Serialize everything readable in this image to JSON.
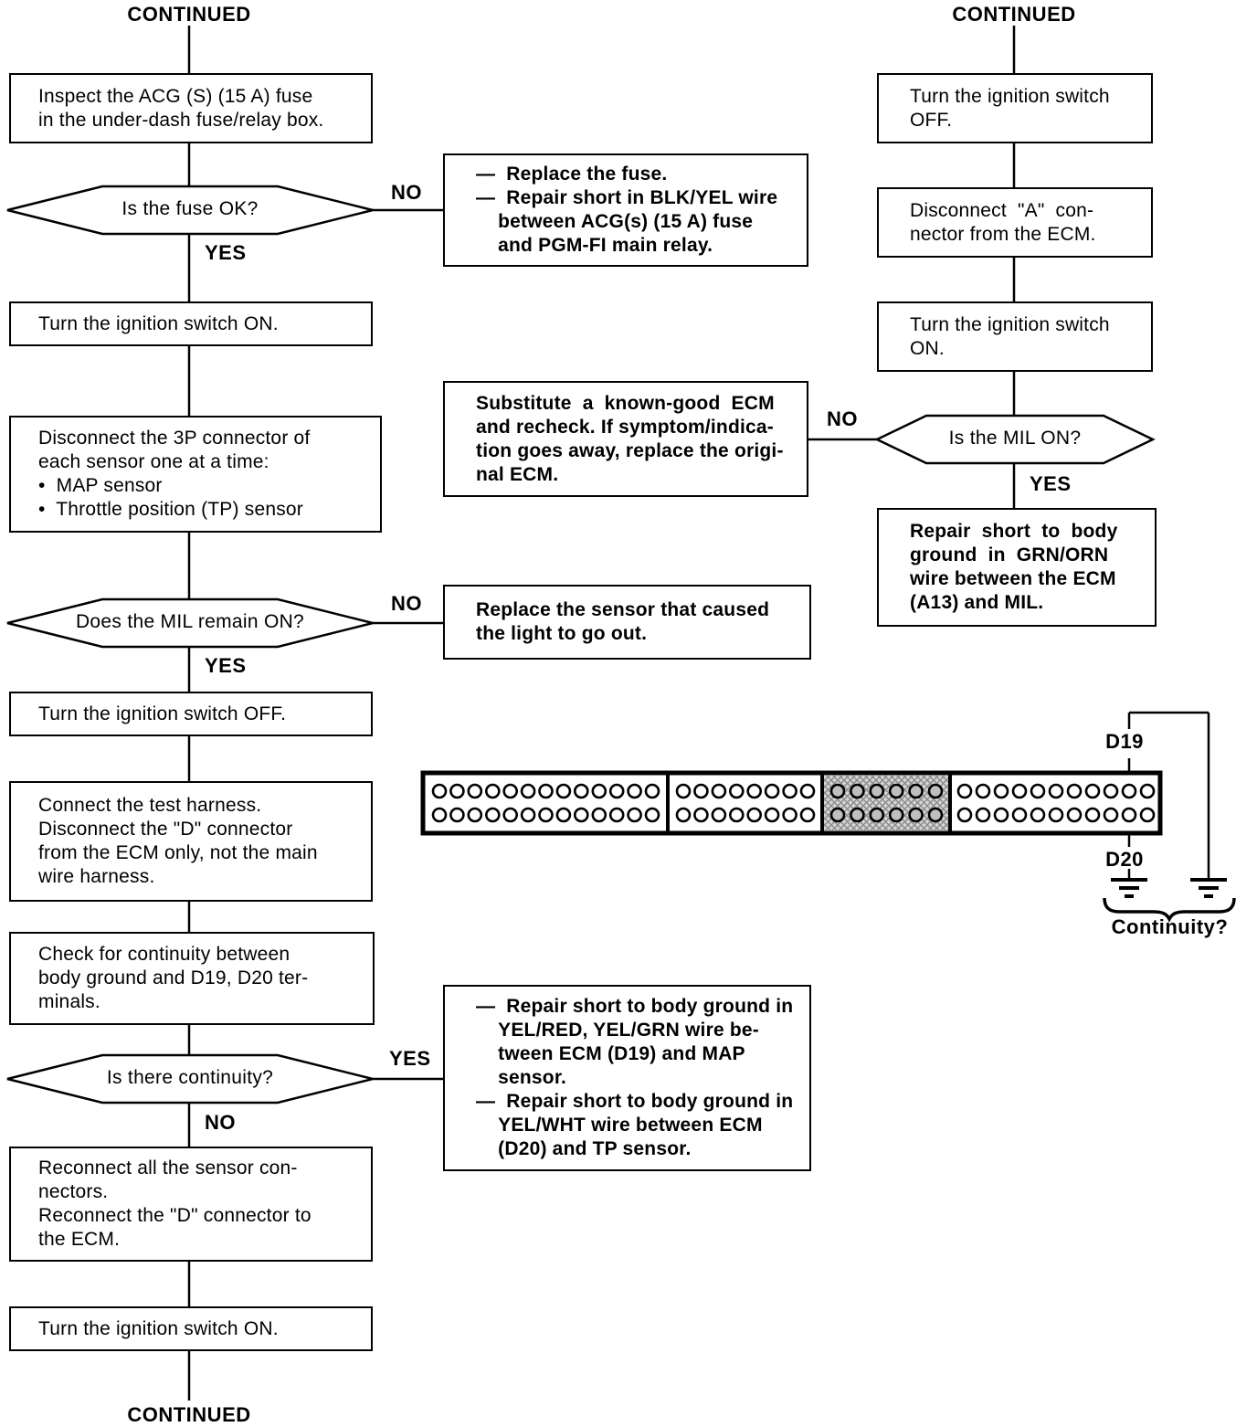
{
  "flowchart": {
    "labels": {
      "yes": "YES",
      "no": "NO"
    },
    "left": {
      "continued_top": "CONTINUED",
      "step_inspect_fuse": "Inspect the ACG (S) (15 A) fuse\nin the under-dash fuse/relay box.",
      "decision_fuse_ok": "Is the fuse OK?",
      "result_replace_fuse": "—  Replace the fuse.\n—  Repair short in BLK/YEL wire\n    between ACG(s) (15 A) fuse\n    and PGM-FI main relay.",
      "step_ignition_on_1": "Turn the ignition switch ON.",
      "step_disconnect_3p": "Disconnect the 3P connector of\neach sensor one at a time:\n•  MAP sensor\n•  Throttle position (TP) sensor",
      "decision_mil_remain": "Does the MIL remain ON?",
      "result_replace_sensor": "Replace the sensor that caused\nthe light to go out.",
      "step_ignition_off": "Turn the ignition switch OFF.",
      "step_connect_harness": "Connect the test harness.\nDisconnect the \"D\" connector\nfrom the ECM only, not the main\nwire harness.",
      "step_check_continuity": "Check for continuity between\nbody ground and D19, D20 ter-\nminals.",
      "decision_continuity": "Is there continuity?",
      "result_repair_short": "—  Repair short to body ground in\n    YEL/RED, YEL/GRN wire be-\n    tween ECM (D19) and MAP\n    sensor.\n—  Repair short to body ground in\n    YEL/WHT wire between ECM\n    (D20) and TP sensor.",
      "step_reconnect": "Reconnect all the sensor con-\nnectors.\nReconnect the \"D\" connector to\nthe ECM.",
      "step_ignition_on_2": "Turn the ignition switch ON.",
      "continued_bottom": "CONTINUED"
    },
    "right": {
      "continued_top": "CONTINUED",
      "step_ignition_off": "Turn the ignition switch\nOFF.",
      "step_disconnect_a": "Disconnect  \"A\"  con-\nnector from the ECM.",
      "step_ignition_on": "Turn the ignition switch\nON.",
      "decision_mil_on": "Is the MIL ON?",
      "result_substitute_ecm": "Substitute  a  known-good  ECM\nand recheck. If symptom/indica-\ntion goes away, replace the origi-\nnal ECM.",
      "result_repair_grn_orn": "Repair  short  to  body\nground  in  GRN/ORN\nwire between the ECM\n(A13) and MIL.",
      "yes": "YES",
      "no": "NO"
    },
    "connector": {
      "label_d19": "D19",
      "label_d20": "D20",
      "label_continuity": "Continuity?",
      "rows": 2,
      "sections": [
        13,
        8,
        6,
        11
      ],
      "shaded_section_index": 2
    }
  }
}
